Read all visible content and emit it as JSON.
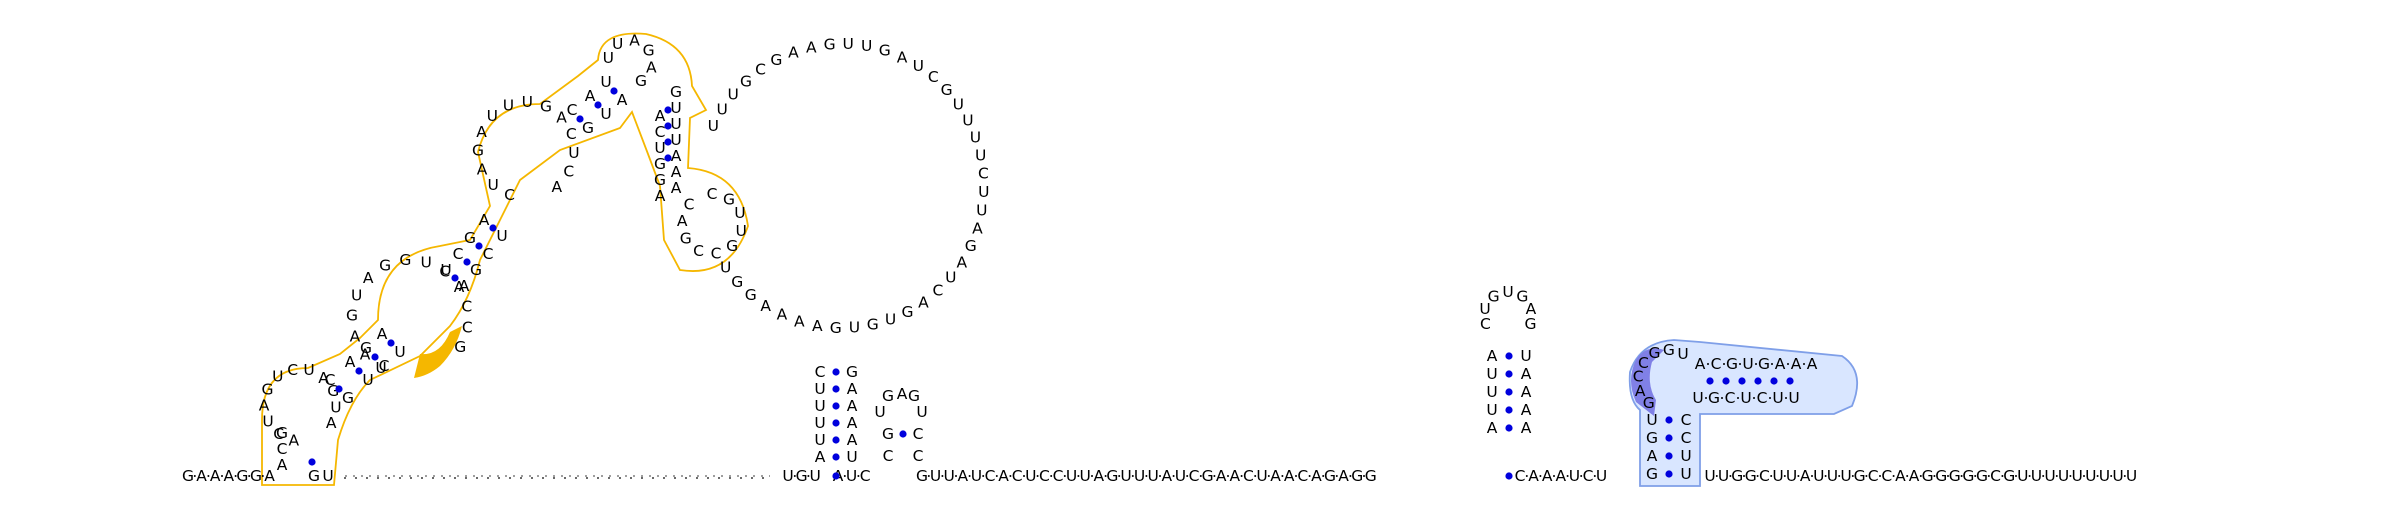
{
  "colors": {
    "nucleotide": "#000000",
    "base_pair_dot": "#0000dd",
    "highlight_orange": "#f5b700",
    "highlight_blue_outline": "#7f9fe8",
    "highlight_blue_fill": "#d9e6ff",
    "highlight_blue_accent": "#8080e6"
  },
  "sequence_5_prime": "GAAAGGA",
  "structures": {
    "hairpin_left": {
      "stem_left": "ACGUCUAGUUGAAAGGACGUAGCUCACUUUGACUGUGCAAUGAUGGUUUACAGUC",
      "description": "orange highlighted multi-loop arm"
    },
    "big_loop_seq": "UUUGCGAAGUUGAUCGUUUUCUUAGAUCAGUGUGAAAAGGU",
    "stem1_left": [
      "C",
      "U",
      "U",
      "U",
      "U",
      "A"
    ],
    "stem1_right": [
      "G",
      "A",
      "A",
      "A",
      "A",
      "U"
    ],
    "hairpin_small": [
      "G",
      "G",
      "U",
      "A",
      "G",
      "C",
      "C"
    ],
    "hairpin_mid_loop": [
      "C",
      "U",
      "G",
      "U",
      "G",
      "A",
      "G"
    ],
    "hairpin_mid_left": [
      "A",
      "U",
      "U",
      "U",
      "A"
    ],
    "hairpin_mid_right": [
      "U",
      "A",
      "A",
      "A",
      "A"
    ],
    "hairpin_right_top": [
      "A",
      "C",
      "G",
      "U",
      "G",
      "A",
      "A",
      "A"
    ],
    "hairpin_right_bottom": [
      "U",
      "G",
      "C",
      "U",
      "C",
      "U",
      "U"
    ],
    "hairpin_right_loop": [
      "G",
      "A",
      "C",
      "C",
      "G",
      "G",
      "U"
    ]
  },
  "linear_tail": "GUUAUCACUCCUUAGUUUAUCGAACUAACAGAGG",
  "linear_tail_2": "CAAAUCU",
  "linear_tail_3": "UUGGCUUAUUUGCCAAGGGGGCGUUUUUUUUU"
}
